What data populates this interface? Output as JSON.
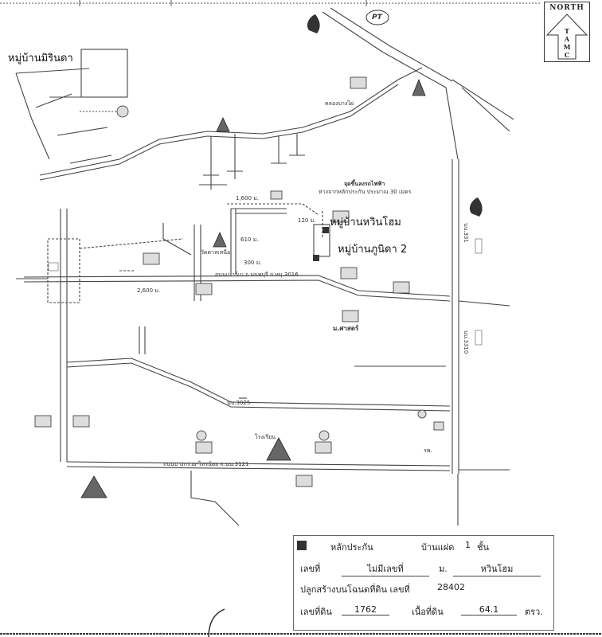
{
  "north": {
    "title": "NORTH",
    "letters": [
      "T",
      "A",
      "M",
      "C"
    ]
  },
  "village_labels": {
    "mirinda": "หมู่บ้านมิรินดา",
    "hwinhom": "หมู่บ้านหวินโฮม",
    "phunika": "หมู่บ้านภูนิดา 2"
  },
  "map_labels": {
    "road_main": "ถนนเนาว์เบ อ.นนทบุรี ถ.หมุ.3016",
    "road_south": "ถนนบางกรวย-ไทรน้อย ถ.นน.3121",
    "road_3025": "นบ.3025",
    "road_331": "นบ.331",
    "road_3310": "นบ.3310",
    "dist_2600": "2,600 ม.",
    "dist_1600": "1,600 ม.",
    "dist_610": "610 ม.",
    "dist_300": "300 ม.",
    "dist_120": "120 ม.",
    "sky_train": "จุดขึ้นลงรถไฟฟ้า",
    "sky_train_note": "ห่างจากหลักประกัน ประมาณ 30 เมตร",
    "wat": "วัดตาลเหนือ",
    "school": "ม.ศาสตร์",
    "fair": "โรงเรียน",
    "hospital": "รพ.",
    "pt": "PT",
    "klong": "คลองบางไผ่"
  },
  "legend": {
    "collateral_label": "หลักประกัน",
    "house_type": "บ้านแฝด",
    "floors": "1",
    "floors_unit": "ชั้น",
    "house_no_label": "เลขที่",
    "no_number_text": "ไม่มีเลขที่",
    "moo_label": "ม.",
    "village_name": "หวินโฮม",
    "deed_text": "ปลูกสร้างบนโฉนดที่ดิน เลขที่",
    "deed_no": "28402",
    "land_no_label": "เลขที่ดิน",
    "land_no": "1762",
    "area_label": "เนื้อที่ดิน",
    "area": "64.1",
    "area_unit": "ตรว."
  }
}
